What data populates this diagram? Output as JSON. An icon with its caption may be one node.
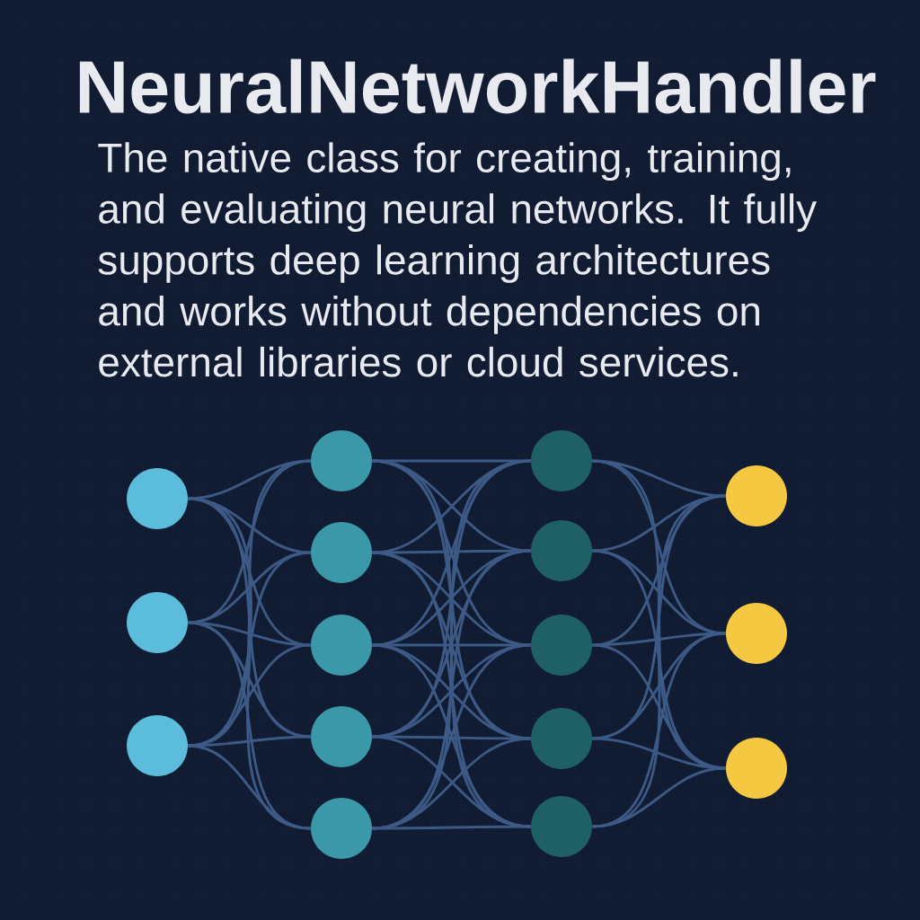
{
  "diagram": {
    "title": "NeuralNetworkHandler",
    "nodes": [
      {
        "text": [],
        "shape": "circle"
      },
      {
        "text": [],
        "shape": "circle"
      },
      {
        "text": [],
        "shape": "circle"
      },
      {
        "text": [],
        "shape": "circle"
      },
      {
        "text": [],
        "shape": "circle"
      },
      {
        "text": [],
        "shape": "circle"
      },
      {
        "text": [],
        "shape": "circle"
      },
      {
        "text": [],
        "shape": "circle"
      },
      {
        "text": [],
        "shape": "circle"
      },
      {
        "text": [],
        "shape": "circle"
      },
      {
        "text": [],
        "shape": "circle"
      },
      {
        "text": [],
        "shape": "circle"
      },
      {
        "text": [],
        "shape": "circle"
      },
      {
        "text": [],
        "shape": "circle"
      },
      {
        "text": [],
        "shape": "circle"
      },
      {
        "text": [],
        "shape": "circle"
      }
    ],
    "edges": [
      {
        "from": 0,
        "to": 3,
        "arrow": "none"
      },
      {
        "from": 0,
        "to": 4,
        "arrow": "none"
      },
      {
        "from": 0,
        "to": 5,
        "arrow": "none"
      },
      {
        "from": 0,
        "to": 6,
        "arrow": "none"
      },
      {
        "from": 0,
        "to": 7,
        "arrow": "none"
      },
      {
        "from": 1,
        "to": 3,
        "arrow": "none"
      },
      {
        "from": 1,
        "to": 4,
        "arrow": "none"
      },
      {
        "from": 1,
        "to": 5,
        "arrow": "none"
      },
      {
        "from": 1,
        "to": 6,
        "arrow": "none"
      },
      {
        "from": 1,
        "to": 7,
        "arrow": "none"
      },
      {
        "from": 2,
        "to": 3,
        "arrow": "none"
      },
      {
        "from": 2,
        "to": 4,
        "arrow": "none"
      },
      {
        "from": 2,
        "to": 5,
        "arrow": "none"
      },
      {
        "from": 2,
        "to": 6,
        "arrow": "none"
      },
      {
        "from": 2,
        "to": 7,
        "arrow": "none"
      },
      {
        "from": 3,
        "to": 8,
        "arrow": "none"
      },
      {
        "from": 3,
        "to": 9,
        "arrow": "none"
      },
      {
        "from": 3,
        "to": 10,
        "arrow": "none"
      },
      {
        "from": 3,
        "to": 11,
        "arrow": "none"
      },
      {
        "from": 3,
        "to": 12,
        "arrow": "none"
      },
      {
        "from": 4,
        "to": 8,
        "arrow": "none"
      },
      {
        "from": 4,
        "to": 9,
        "arrow": "none"
      },
      {
        "from": 4,
        "to": 10,
        "arrow": "none"
      },
      {
        "from": 4,
        "to": 11,
        "arrow": "none"
      },
      {
        "from": 4,
        "to": 12,
        "arrow": "none"
      },
      {
        "from": 5,
        "to": 8,
        "arrow": "none"
      },
      {
        "from": 5,
        "to": 9,
        "arrow": "none"
      },
      {
        "from": 5,
        "to": 10,
        "arrow": "none"
      },
      {
        "from": 5,
        "to": 11,
        "arrow": "none"
      },
      {
        "from": 5,
        "to": 12,
        "arrow": "none"
      },
      {
        "from": 6,
        "to": 8,
        "arrow": "none"
      },
      {
        "from": 6,
        "to": 9,
        "arrow": "none"
      },
      {
        "from": 6,
        "to": 10,
        "arrow": "none"
      },
      {
        "from": 6,
        "to": 11,
        "arrow": "none"
      },
      {
        "from": 6,
        "to": 12,
        "arrow": "none"
      },
      {
        "from": 7,
        "to": 8,
        "arrow": "none"
      },
      {
        "from": 7,
        "to": 9,
        "arrow": "none"
      },
      {
        "from": 7,
        "to": 10,
        "arrow": "none"
      },
      {
        "from": 7,
        "to": 11,
        "arrow": "none"
      },
      {
        "from": 7,
        "to": 12,
        "arrow": "none"
      },
      {
        "from": 8,
        "to": 13,
        "arrow": "none"
      },
      {
        "from": 8,
        "to": 14,
        "arrow": "none"
      },
      {
        "from": 8,
        "to": 15,
        "arrow": "none"
      },
      {
        "from": 9,
        "to": 13,
        "arrow": "none"
      },
      {
        "from": 9,
        "to": 14,
        "arrow": "none"
      },
      {
        "from": 9,
        "to": 15,
        "arrow": "none"
      },
      {
        "from": 10,
        "to": 13,
        "arrow": "none"
      },
      {
        "from": 10,
        "to": 14,
        "arrow": "none"
      },
      {
        "from": 10,
        "to": 15,
        "arrow": "none"
      },
      {
        "from": 11,
        "to": 13,
        "arrow": "none"
      },
      {
        "from": 11,
        "to": 14,
        "arrow": "none"
      },
      {
        "from": 11,
        "to": 15,
        "arrow": "none"
      },
      {
        "from": 12,
        "to": 13,
        "arrow": "none"
      },
      {
        "from": 12,
        "to": 14,
        "arrow": "none"
      },
      {
        "from": 12,
        "to": 15,
        "arrow": "none"
      }
    ],
    "labels": [
      "The native class for creating, training, and evaluating neural networks. It fully supports deep learning architectures and works without dependencies on external libraries or cloud services."
    ]
  }
}
